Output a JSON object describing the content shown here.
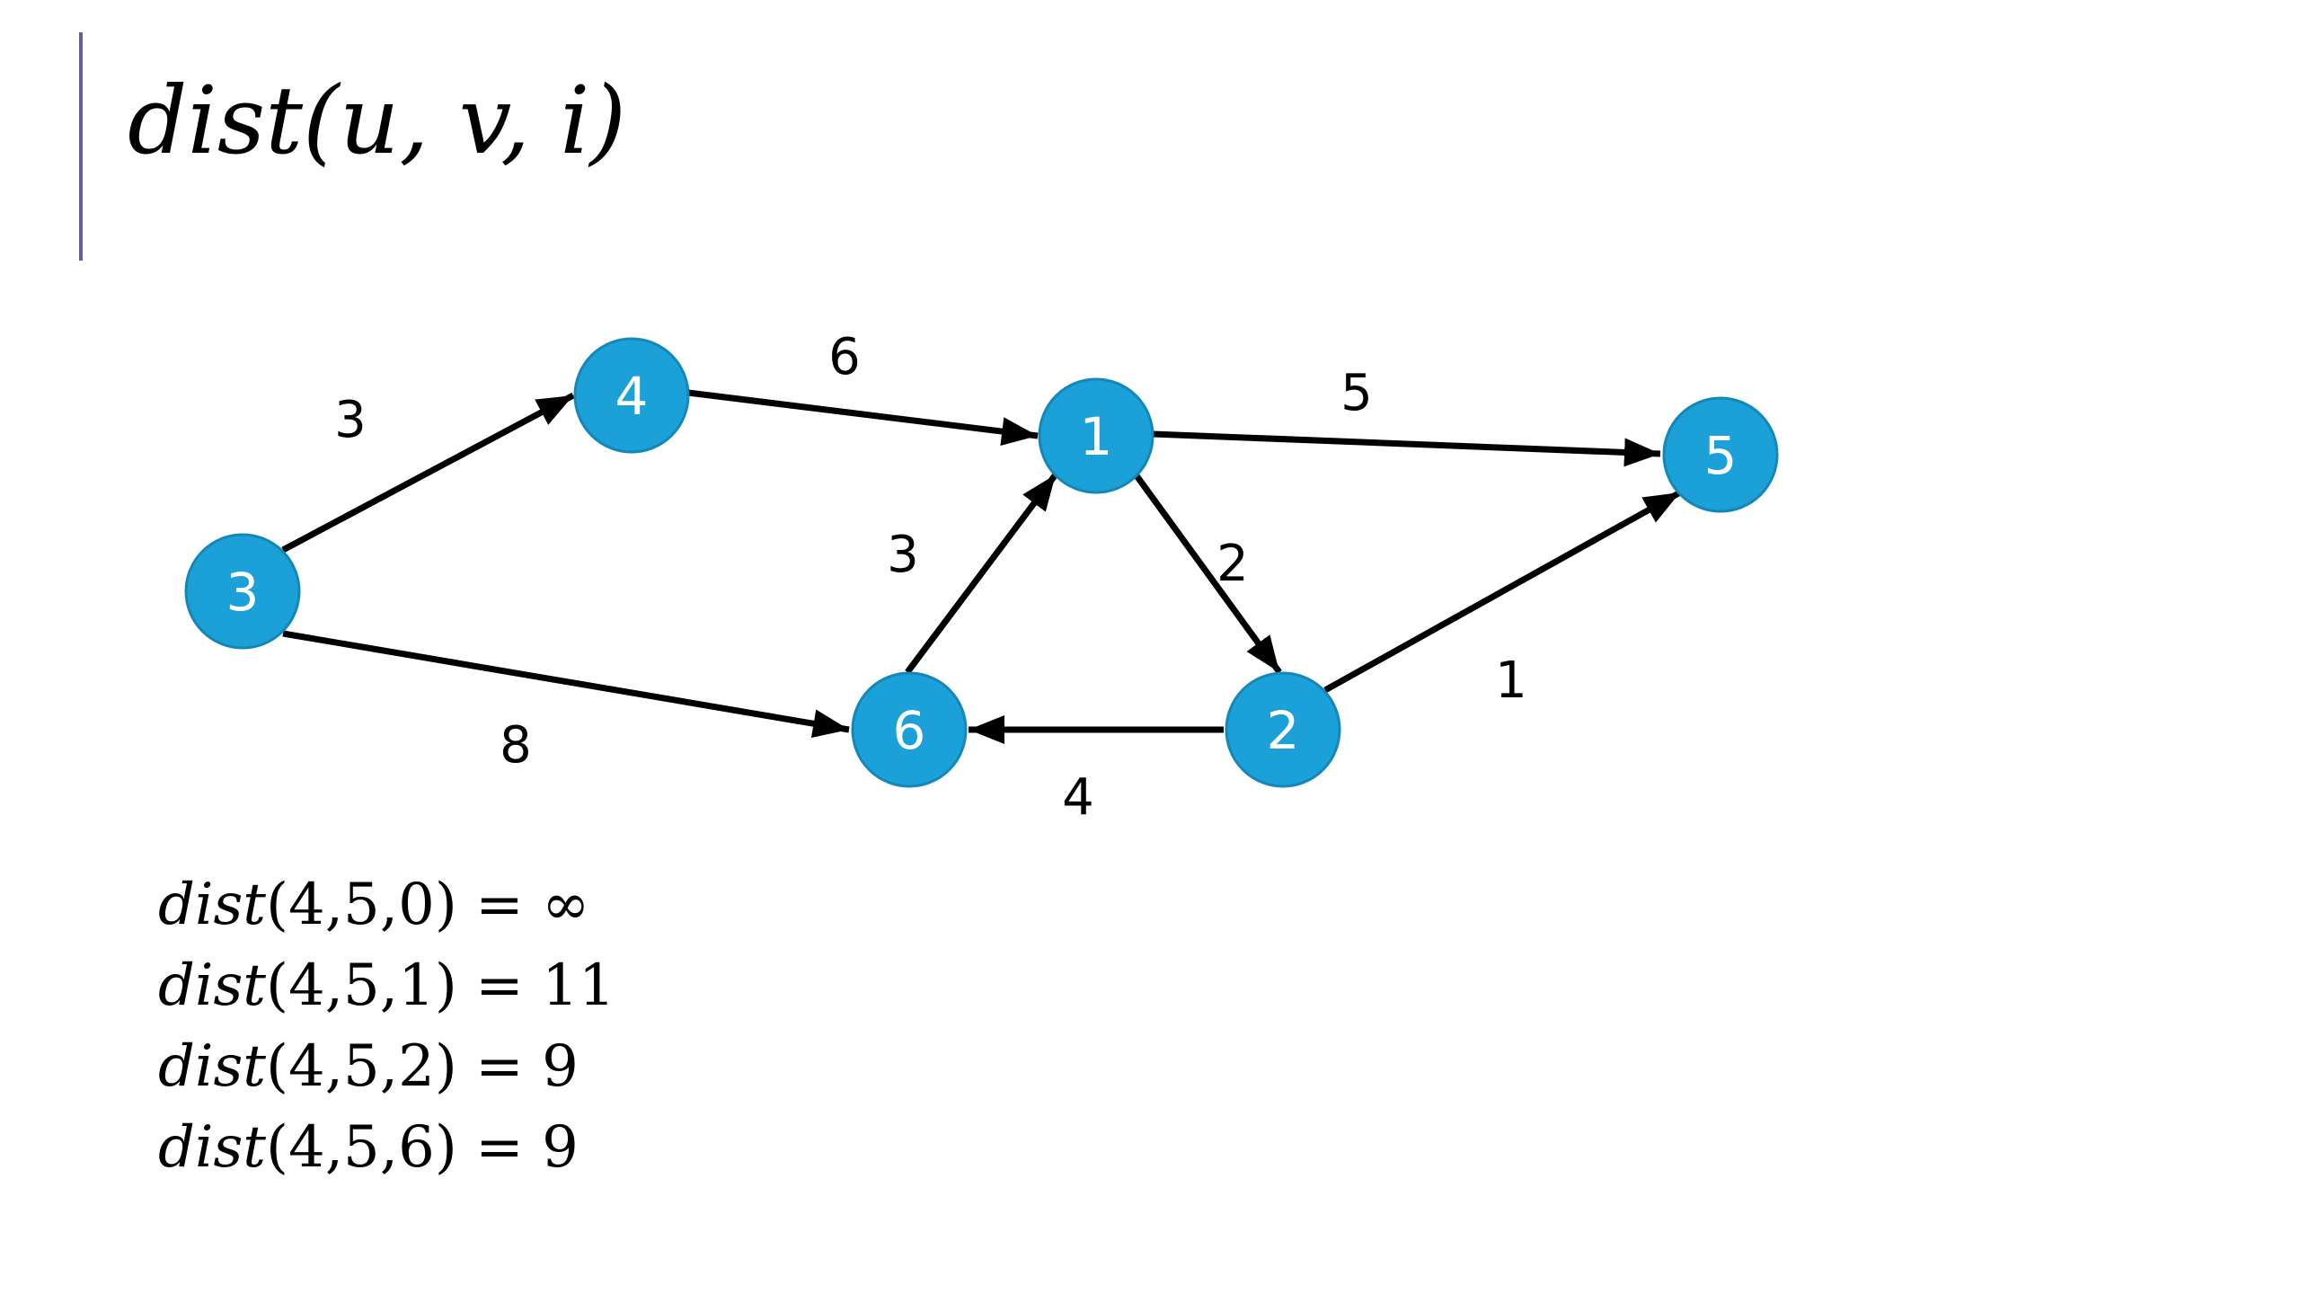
{
  "slide": {
    "title": "dist(u, v, i)"
  },
  "colors": {
    "accent_bar": "#6b5b9a",
    "node_fill": "#1ba1d8",
    "node_stroke": "#1487b9",
    "edge": "#000000"
  },
  "graph": {
    "nodes": [
      {
        "id": "n3",
        "label": "3"
      },
      {
        "id": "n4",
        "label": "4"
      },
      {
        "id": "n1",
        "label": "1"
      },
      {
        "id": "n5",
        "label": "5"
      },
      {
        "id": "n6",
        "label": "6"
      },
      {
        "id": "n2",
        "label": "2"
      }
    ],
    "edges": [
      {
        "from": "3",
        "to": "4",
        "weight": "3"
      },
      {
        "from": "4",
        "to": "1",
        "weight": "6"
      },
      {
        "from": "1",
        "to": "5",
        "weight": "5"
      },
      {
        "from": "6",
        "to": "1",
        "weight": "3"
      },
      {
        "from": "1",
        "to": "2",
        "weight": "2"
      },
      {
        "from": "2",
        "to": "5",
        "weight": "1"
      },
      {
        "from": "3",
        "to": "6",
        "weight": "8"
      },
      {
        "from": "2",
        "to": "6",
        "weight": "4"
      }
    ]
  },
  "formulas": [
    {
      "fn": "dist",
      "args": "(4,5,0)",
      "eq": " = ",
      "value": "∞"
    },
    {
      "fn": "dist",
      "args": "(4,5,1)",
      "eq": " = ",
      "value": "11"
    },
    {
      "fn": "dist",
      "args": "(4,5,2)",
      "eq": " = ",
      "value": "9"
    },
    {
      "fn": "dist",
      "args": "(4,5,6)",
      "eq": " = ",
      "value": "9"
    }
  ]
}
